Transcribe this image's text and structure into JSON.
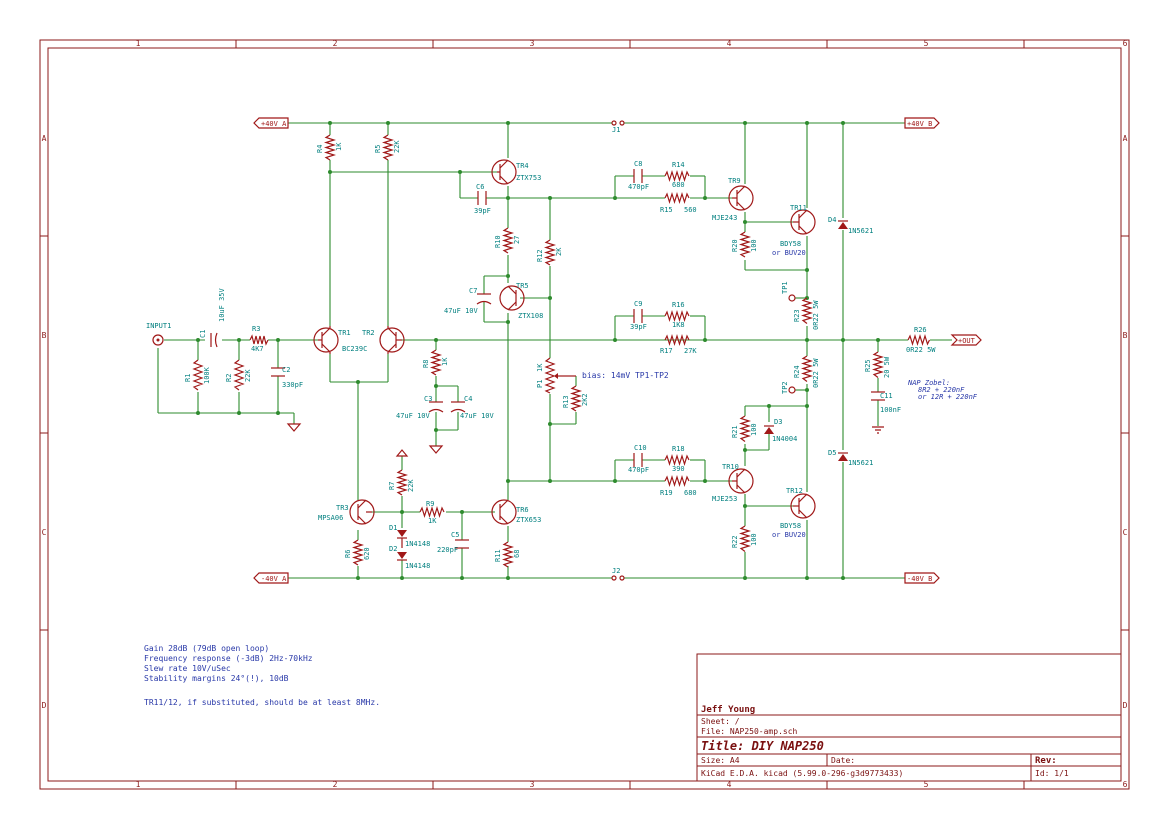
{
  "sheet": {
    "columns": [
      "1",
      "2",
      "3",
      "4",
      "5",
      "6"
    ],
    "rows": [
      "A",
      "B",
      "C",
      "D"
    ]
  },
  "nets": {
    "pos_rail": "+40V_A",
    "pos_rail_right": "+40V_B",
    "neg_rail": "-40V_A",
    "neg_rail_right": "-40V_B",
    "output": "+OUT",
    "j1": "J1",
    "j2": "J2",
    "tp1": "TP1",
    "tp2": "TP2"
  },
  "components": {
    "input1": "INPUT1",
    "c1": {
      "ref": "C1",
      "val": "10uF 35V"
    },
    "r1": {
      "ref": "R1",
      "val": "100K"
    },
    "r2": {
      "ref": "R2",
      "val": "22K"
    },
    "r3": {
      "ref": "R3",
      "val": "4K7"
    },
    "c2": {
      "ref": "C2",
      "val": "330pF"
    },
    "r4": {
      "ref": "R4",
      "val": "1K"
    },
    "r5": {
      "ref": "R5",
      "val": "22K"
    },
    "tr1": {
      "ref": "TR1"
    },
    "tr2": {
      "ref": "TR2"
    },
    "tr12_part": "BC239C",
    "tr3": {
      "ref": "TR3",
      "val": "MPSA06"
    },
    "r6": {
      "ref": "R6",
      "val": "620"
    },
    "r7": {
      "ref": "R7",
      "val": "22K"
    },
    "d1": {
      "ref": "D1",
      "val": "1N4148"
    },
    "d2": {
      "ref": "D2",
      "val": "1N4148"
    },
    "r9": {
      "ref": "R9",
      "val": "1K"
    },
    "c5": {
      "ref": "C5",
      "val": "220pF"
    },
    "tr4": {
      "ref": "TR4",
      "val": "ZTX753"
    },
    "c6": {
      "ref": "C6",
      "val": "39pF"
    },
    "r10": {
      "ref": "R10",
      "val": "27"
    },
    "tr5": {
      "ref": "TR5",
      "val": "ZTX108"
    },
    "c7": {
      "ref": "C7",
      "val": "47uF 10V"
    },
    "r8": {
      "ref": "R8",
      "val": "1K"
    },
    "c3": {
      "ref": "C3",
      "val": "47uF 10V"
    },
    "c4": {
      "ref": "C4",
      "val": "47uF 10V"
    },
    "tr6": {
      "ref": "TR6",
      "val": "ZTX653"
    },
    "r11": {
      "ref": "R11",
      "val": "68"
    },
    "r12": {
      "ref": "R12",
      "val": "2K"
    },
    "p1": {
      "ref": "P1",
      "val": "1K"
    },
    "r13": {
      "ref": "R13",
      "val": "2K2"
    },
    "bias": "bias: 14mV TP1-TP2",
    "c8": {
      "ref": "C8",
      "val": "470pF"
    },
    "r14": {
      "ref": "R14",
      "val": "680"
    },
    "r15": {
      "ref": "R15",
      "val": "560"
    },
    "c9": {
      "ref": "C9",
      "val": "39pF"
    },
    "r16": {
      "ref": "R16",
      "val": "1K8"
    },
    "r17": {
      "ref": "R17",
      "val": "27K"
    },
    "c10": {
      "ref": "C10",
      "val": "470pF"
    },
    "r18": {
      "ref": "R18",
      "val": "390"
    },
    "r19": {
      "ref": "R19",
      "val": "680"
    },
    "tr9": {
      "ref": "TR9",
      "val": "MJE243"
    },
    "tr10": {
      "ref": "TR10",
      "val": "MJE253"
    },
    "r20": {
      "ref": "R20",
      "val": "100"
    },
    "r21": {
      "ref": "R21",
      "val": "100"
    },
    "r22": {
      "ref": "R22",
      "val": "100"
    },
    "d3": {
      "ref": "D3",
      "val": "1N4004"
    },
    "tr11": {
      "ref": "TR11",
      "val": "BDY58",
      "alt": "or BUV20"
    },
    "tr12": {
      "ref": "TR12",
      "val": "BDY58",
      "alt": "or BUV20"
    },
    "r23": {
      "ref": "R23",
      "val": "0R22 5W"
    },
    "r24": {
      "ref": "R24",
      "val": "0R22 5W"
    },
    "d4": {
      "ref": "D4",
      "val": "1N5621"
    },
    "d5": {
      "ref": "D5",
      "val": "1N5621"
    },
    "r26": {
      "ref": "R26",
      "val": "0R22 5W"
    },
    "r25": {
      "ref": "R25",
      "val": "20 5W"
    },
    "c11": {
      "ref": "C11",
      "val": "100nF"
    },
    "zobel1": "NAP Zobel:",
    "zobel2": "8R2 + 220nF",
    "zobel3": "or 12R + 220nF"
  },
  "notes": [
    "Gain 28dB (79dB open loop)",
    "Frequency response (-3dB) 2Hz-70kHz",
    "Slew rate 10V/uSec",
    "Stability margins 24°(!), 10dB",
    "TR11/12, if substituted, should be at least 8MHz."
  ],
  "title_block": {
    "author": "Jeff Young",
    "sheet": "Sheet: /",
    "file": "File: NAP250-amp.sch",
    "title": "Title: DIY NAP250",
    "size": "Size: A4",
    "date": "Date:",
    "rev": "Rev:",
    "tool": "KiCad E.D.A.  kicad (5.99.0-296-g3d9773433)",
    "id": "Id: 1/1"
  }
}
